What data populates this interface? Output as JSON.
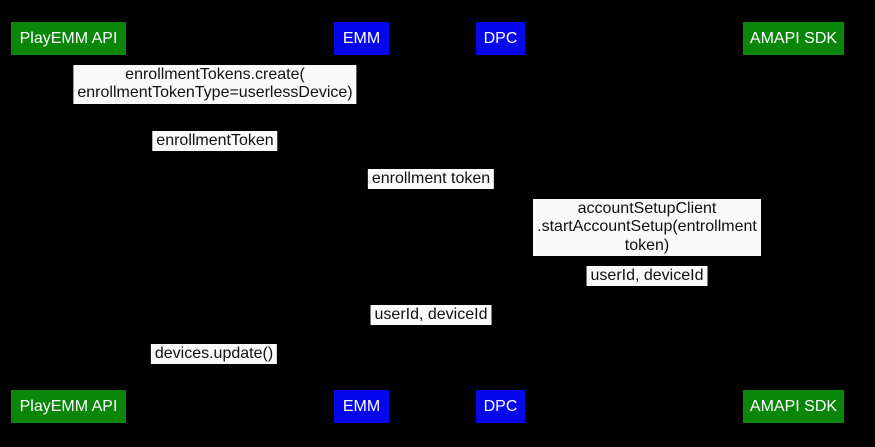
{
  "colors": {
    "background": "#000000",
    "actor_green": "#0a870a",
    "actor_blue": "#0707ee",
    "actor_text": "#ffffff",
    "label_bg": "#fafafa",
    "label_text": "#111111"
  },
  "actors": [
    {
      "label": "PlayEMM API",
      "color": "green"
    },
    {
      "label": "EMM",
      "color": "blue"
    },
    {
      "label": "DPC",
      "color": "blue"
    },
    {
      "label": "AMAPI SDK",
      "color": "green"
    }
  ],
  "messages": [
    {
      "text": "enrollmentTokens.create(\nenrollmentTokenType=userlessDevice)"
    },
    {
      "text": "enrollmentToken"
    },
    {
      "text": "enrollment token"
    },
    {
      "text": "accountSetupClient\n.startAccountSetup(entrollment token)"
    },
    {
      "text": "userId, deviceId"
    },
    {
      "text": "userId, deviceId"
    },
    {
      "text": "devices.update()"
    }
  ]
}
